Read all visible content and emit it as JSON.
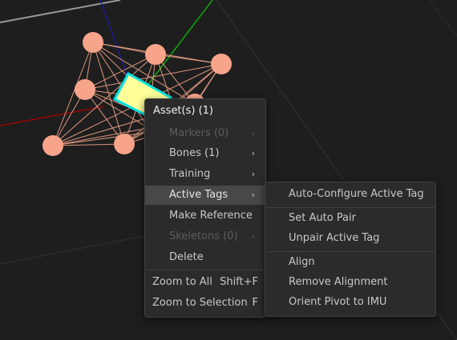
{
  "viewport": {
    "label": "3D viewport",
    "colors": {
      "background": "#1e1e1e",
      "marker": "#f7a48a",
      "rigid_body": "#ffff99",
      "rigid_body_outline": "#00e5e5",
      "x_axis": "#b00000",
      "y_axis": "#00cc00",
      "z_axis": "#0000cc"
    }
  },
  "context_menu": {
    "header": "Asset(s) (1)",
    "items": [
      {
        "label": "Markers (0)",
        "enabled": false,
        "submenu": true
      },
      {
        "label": "Bones (1)",
        "enabled": true,
        "submenu": true
      },
      {
        "label": "Training",
        "enabled": true,
        "submenu": true
      },
      {
        "label": "Active Tags",
        "enabled": true,
        "submenu": true,
        "highlighted": true
      },
      {
        "label": "Make Reference",
        "enabled": true
      },
      {
        "label": "Skeletons (0)",
        "enabled": false,
        "submenu": true
      },
      {
        "label": "Delete",
        "enabled": true
      }
    ],
    "view_items": [
      {
        "label": "Zoom to All",
        "shortcut": "Shift+F"
      },
      {
        "label": "Zoom to Selection",
        "shortcut": "F"
      }
    ],
    "arrow": "›"
  },
  "active_tags_submenu": {
    "items": [
      {
        "label": "Auto-Configure Active Tag"
      },
      {
        "label": "Set Auto Pair"
      },
      {
        "label": "Unpair Active Tag"
      },
      {
        "label": "Align"
      },
      {
        "label": "Remove Alignment"
      },
      {
        "label": "Orient Pivot to IMU"
      }
    ]
  }
}
